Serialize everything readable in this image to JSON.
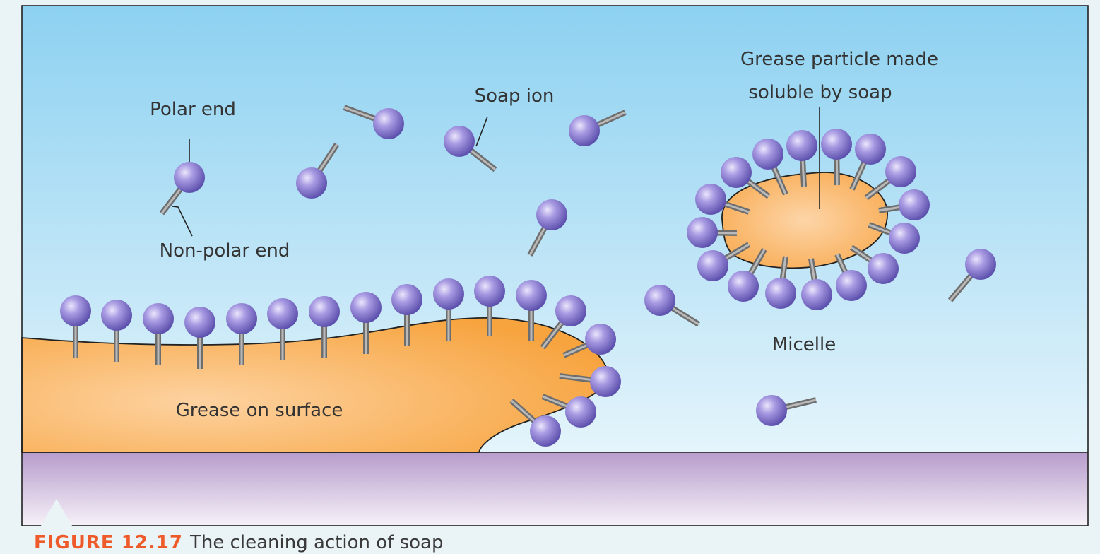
{
  "labels": {
    "polar_end": "Polar end",
    "non_polar_end": "Non-polar end",
    "soap_ion": "Soap ion",
    "grease_particle_line1": "Grease particle made",
    "grease_particle_line2": "soluble by soap",
    "micelle": "Micelle",
    "grease_on_surface": "Grease on surface"
  },
  "caption": {
    "figure_number": "FIGURE 12.17",
    "text": "The cleaning action of soap"
  },
  "colors": {
    "water_top": "#8dd1f1",
    "water_bottom": "#e4f4fb",
    "grease_light": "#fdd2a0",
    "grease_dark": "#f7a43f",
    "surface_top": "#b79ccc",
    "surface_bottom": "#f6f1f8",
    "soap_head": "#7c6fc4",
    "soap_tail": "#8c8c8c",
    "figure_label": "#ef5a2a"
  }
}
